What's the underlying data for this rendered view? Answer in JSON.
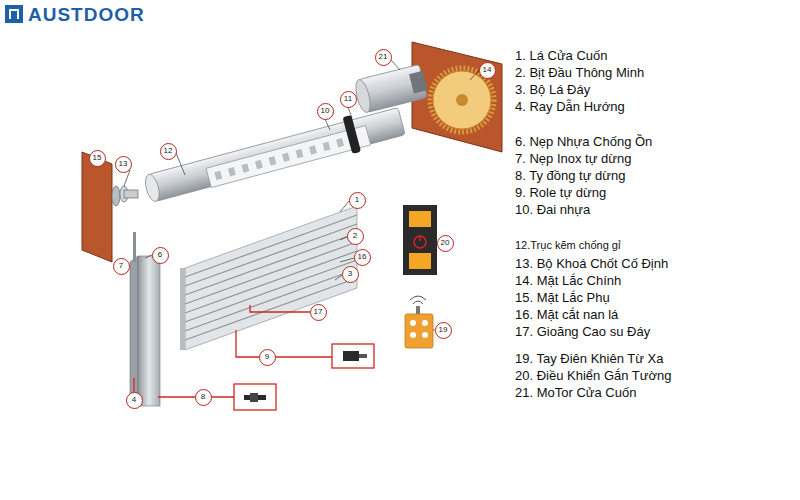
{
  "diagram": {
    "nodes": [
      {
        "text": [
          "21"
        ]
      },
      {
        "text": [
          "14"
        ]
      },
      {
        "text": [
          "11"
        ]
      },
      {
        "text": [
          "10"
        ]
      },
      {
        "text": [
          "12"
        ]
      },
      {
        "text": [
          "15"
        ]
      },
      {
        "text": [
          "13"
        ]
      },
      {
        "text": [
          "1"
        ]
      },
      {
        "text": [
          "2"
        ]
      },
      {
        "text": [
          "16"
        ]
      },
      {
        "text": [
          "3"
        ]
      },
      {
        "text": [
          "6"
        ]
      },
      {
        "text": [
          "7"
        ]
      },
      {
        "text": [
          "20"
        ]
      },
      {
        "text": [
          "17"
        ]
      },
      {
        "text": [
          "19"
        ]
      },
      {
        "text": [
          "9"
        ]
      },
      {
        "text": [
          "4"
        ]
      },
      {
        "text": [
          "8"
        ]
      }
    ],
    "labels": [
      "AUSTDOOR",
      "1. Lá Cửa Cuốn",
      "2. Bịt Đầu Thông Minh",
      "3. Bộ Lá Đáy",
      "4. Ray Dẫn Hướng",
      "6. Nẹp Nhựa Chống Ồn",
      "7. Nẹp Inox tự dừng",
      "8. Ty đồng tự dừng",
      "9. Role tự dừng",
      "10. Đai nhựa",
      "12.Trục kẽm chống gỉ",
      "13. Bộ Khoá Chốt Cố Định",
      "14. Mặt Lắc Chính",
      "15. Mặt Lắc Phụ",
      "16. Mặt cắt nan lá",
      "17. Gioăng Cao su Đáy",
      "19. Tay Điên Khiên Từ Xa",
      "20. Điều Khiển Gắn Tường",
      "21. MoTor Cửa Cuốn"
    ]
  }
}
